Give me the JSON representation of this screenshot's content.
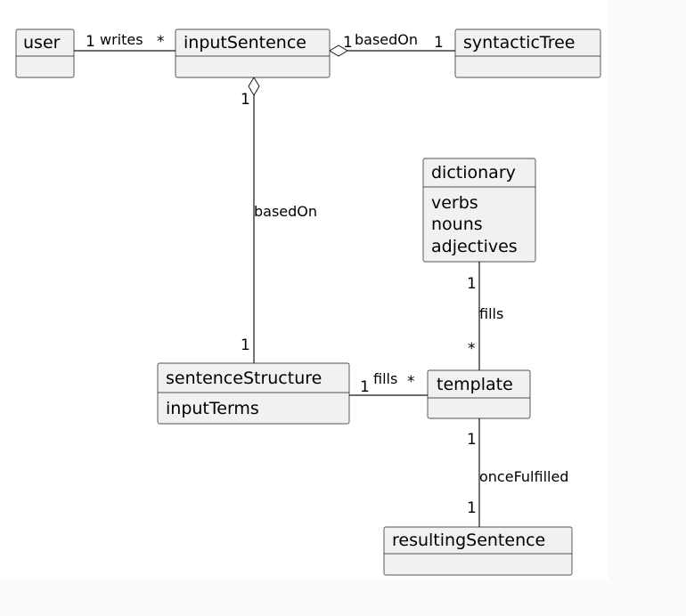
{
  "classes": {
    "user": {
      "name": "user"
    },
    "inputSentence": {
      "name": "inputSentence"
    },
    "syntacticTree": {
      "name": "syntacticTree"
    },
    "dictionary": {
      "name": "dictionary",
      "attributes": [
        "verbs",
        "nouns",
        "adjectives"
      ]
    },
    "sentenceStructure": {
      "name": "sentenceStructure",
      "attributes": [
        "inputTerms"
      ]
    },
    "template": {
      "name": "template"
    },
    "resultingSentence": {
      "name": "resultingSentence"
    }
  },
  "relations": {
    "writes": {
      "label": "writes",
      "from_mult": "1",
      "to_mult": "*"
    },
    "basedOnTree": {
      "label": "basedOn",
      "from_mult": "1",
      "to_mult": "1"
    },
    "basedOnStructure": {
      "label": "basedOn",
      "from_mult": "1",
      "to_mult": "1"
    },
    "fillsDictionary": {
      "label": "fills",
      "from_mult": "1",
      "to_mult": "*"
    },
    "fillsStructure": {
      "label": "fills",
      "from_mult": "1",
      "to_mult": "*"
    },
    "onceFulfilled": {
      "label": "onceFulfilled",
      "from_mult": "1",
      "to_mult": "1"
    }
  }
}
